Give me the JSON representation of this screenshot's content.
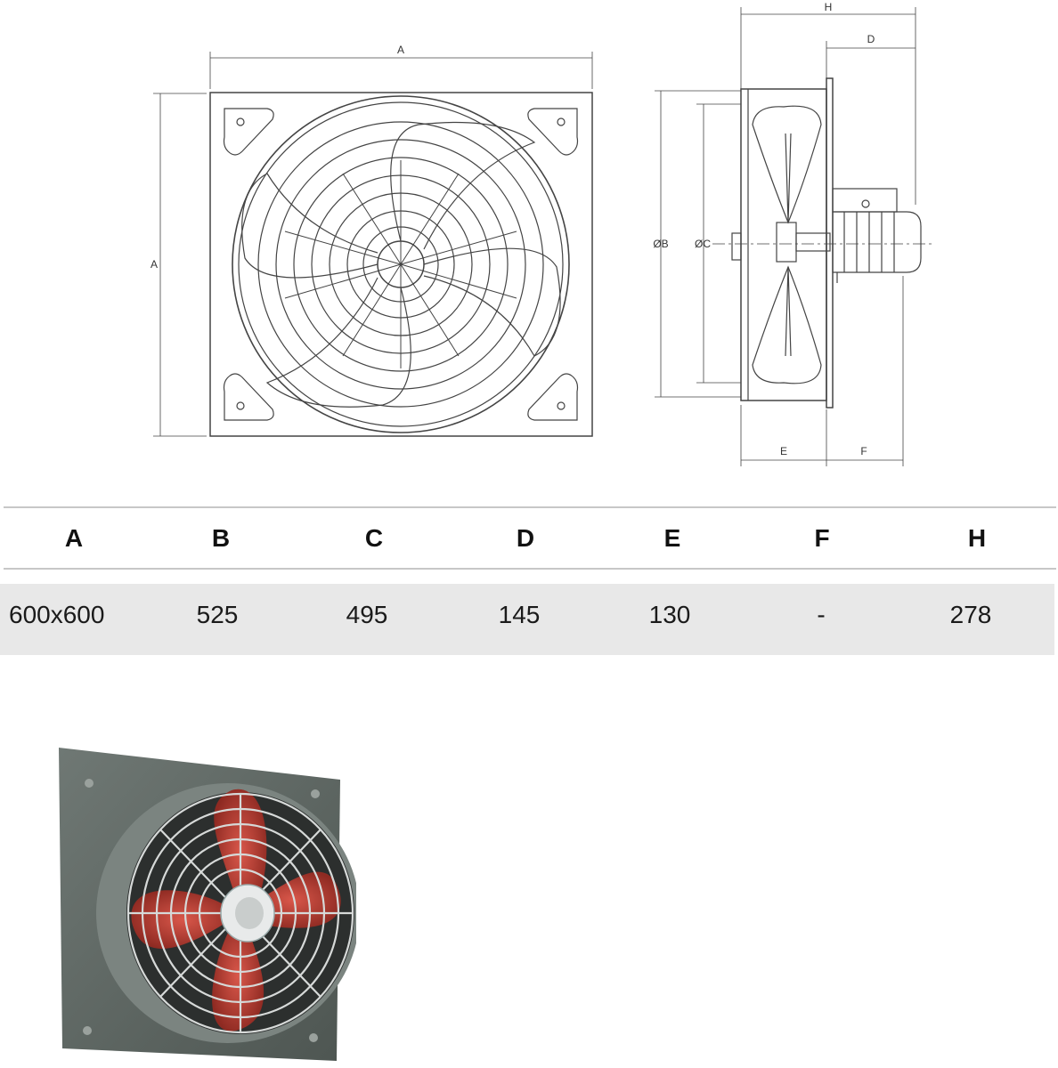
{
  "drawing": {
    "front_dim_width": "A",
    "front_dim_height": "A",
    "side_dim_h": "H",
    "side_dim_d": "D",
    "side_dim_b": "ØB",
    "side_dim_c": "ØC",
    "side_dim_e": "E",
    "side_dim_f": "F"
  },
  "table": {
    "headers": [
      "A",
      "B",
      "C",
      "D",
      "E",
      "F",
      "H"
    ],
    "values": [
      "600x600",
      "525",
      "495",
      "145",
      "130",
      "-",
      "278"
    ]
  },
  "colors": {
    "line": "#444444",
    "rule": "#c7c7c7",
    "row_bg": "#e8e8e8",
    "panel": "#5d6662",
    "blade": "#b3392f"
  }
}
